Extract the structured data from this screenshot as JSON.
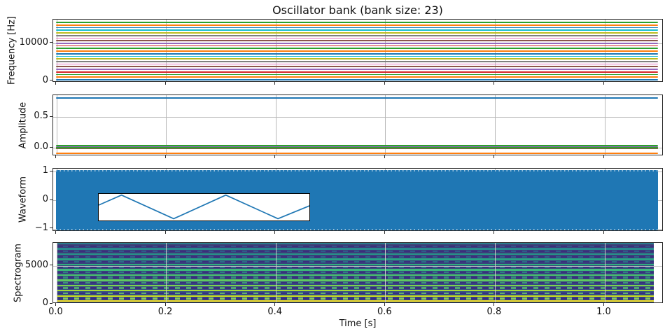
{
  "figure": {
    "title": "Oscillator bank (bank size: 23)",
    "xlabel": "Time [s]",
    "background": "#ffffff",
    "grid_color": "#b8b8b8",
    "spine_color": "#2b2b2b",
    "time_range_s": [
      0.0,
      1.1
    ],
    "x_ticks": [
      {
        "label": "0.0",
        "t": 0.0
      },
      {
        "label": "0.2",
        "t": 0.2
      },
      {
        "label": "0.4",
        "t": 0.4
      },
      {
        "label": "0.6",
        "t": 0.6
      },
      {
        "label": "0.8",
        "t": 0.8
      },
      {
        "label": "1.0",
        "t": 1.0
      }
    ]
  },
  "palette_tab10": [
    "#1f77b4",
    "#ff7f0e",
    "#2ca02c",
    "#d62728",
    "#9467bd",
    "#8c564b",
    "#e377c2",
    "#7f7f7f",
    "#bcbd22",
    "#17becf"
  ],
  "subplots": [
    {
      "id": "frequency",
      "ylabel": "Frequency [Hz]",
      "ylim": [
        -420,
        16240
      ],
      "yticks": [
        {
          "label": "10000",
          "value": 10000
        },
        {
          "label": "0",
          "value": 0
        }
      ]
    },
    {
      "id": "amplitude",
      "ylabel": "Amplitude",
      "ylim": [
        -0.135,
        0.856
      ],
      "yticks": [
        {
          "label": "0.5",
          "value": 0.5
        },
        {
          "label": "0.0",
          "value": 0.0
        }
      ]
    },
    {
      "id": "waveform",
      "ylabel": "Waveform",
      "ylim": [
        -1.1,
        1.1
      ],
      "yticks": [
        {
          "label": "1",
          "value": 1
        },
        {
          "label": "0",
          "value": 0
        },
        {
          "label": "−1",
          "value": -1
        }
      ]
    },
    {
      "id": "spectrogram",
      "ylabel": "Spectrogram",
      "ylim": [
        0,
        8000
      ],
      "yticks": [
        {
          "label": "5000",
          "value": 5000
        },
        {
          "label": "0",
          "value": 0
        }
      ]
    }
  ],
  "chart_data": [
    {
      "type": "line",
      "panel": "Frequency [Hz]",
      "title": "Oscillator bank (bank size: 23)",
      "description": "23 constant-frequency oscillators (odd harmonics of 344 Hz), one horizontal line each over 0-1.1 s, tab10 color cycle",
      "x_range_s": [
        0.0,
        1.1
      ],
      "ylim": [
        -420,
        16240
      ],
      "frequencies_hz": [
        344,
        1032,
        1720,
        2408,
        3096,
        3784,
        4472,
        5160,
        5848,
        6536,
        7224,
        7912,
        8600,
        9288,
        9976,
        10664,
        11352,
        12040,
        12728,
        13416,
        14104,
        14792,
        15480
      ]
    },
    {
      "type": "line",
      "panel": "Amplitude",
      "description": "Constant amplitude per oscillator (triangle-wave Fourier coefficients 8/pi^2 * (-1)^(k+1)/(2k-1)^2)",
      "x_range_s": [
        0.0,
        1.1
      ],
      "ylim": [
        -0.135,
        0.856
      ],
      "amplitudes": [
        0.8106,
        -0.0901,
        0.0324,
        -0.0165,
        0.01,
        -0.0067,
        0.0048,
        -0.0036,
        0.0028,
        -0.0022,
        0.0018,
        -0.0015,
        0.0013,
        -0.0011,
        0.00096,
        -0.00084,
        0.00074,
        -0.00066,
        0.00059,
        -0.00053,
        0.00048,
        -0.00044,
        0.0004
      ]
    },
    {
      "type": "line",
      "panel": "Waveform",
      "description": "344 Hz triangle wave, 0-1.1 s, fills band between -1 and 1 at this zoom; inset shows ~2 periods",
      "x_range_s": [
        0.0,
        1.1
      ],
      "ylim": [
        -1.1,
        1.1
      ],
      "envelope": [
        -1.0,
        1.0
      ],
      "line_color": "#1f77b4",
      "inset": {
        "bounds_axes_frac": {
          "left": 0.073,
          "top": 0.4,
          "width": 0.349,
          "height": 0.456
        },
        "shape": "triangle-wave",
        "points_frac": [
          [
            0,
            0.42
          ],
          [
            0.108,
            0.045
          ],
          [
            0.355,
            0.93
          ],
          [
            0.602,
            0.045
          ],
          [
            0.849,
            0.93
          ],
          [
            1,
            0.44
          ]
        ]
      }
    },
    {
      "type": "heatmap",
      "panel": "Spectrogram",
      "description": "Spectrogram (Fs=16000), horizontal harmonic bands every 344 Hz; odd multiples bright, even rows dim with dark dashes",
      "freq_range_hz": [
        0,
        8000
      ],
      "time_extent_frac": [
        0.0057,
        0.986
      ],
      "background_gradient": [
        "#3e3b76",
        "#2f4e89"
      ],
      "dash_color": "#3a2e7d",
      "grid_overlay_color": "#c8c8c8",
      "bright_bands": [
        {
          "f": 344,
          "color": "#fde725"
        },
        {
          "f": 1032,
          "color": "#cfe11c"
        },
        {
          "f": 1720,
          "color": "#a5db36"
        },
        {
          "f": 2408,
          "color": "#7fd34e"
        },
        {
          "f": 3096,
          "color": "#60ca60"
        },
        {
          "f": 3784,
          "color": "#4ac16d"
        },
        {
          "f": 4472,
          "color": "#3bb878"
        },
        {
          "f": 5160,
          "color": "#31ae7f"
        },
        {
          "f": 5848,
          "color": "#2aa184"
        },
        {
          "f": 6536,
          "color": "#279589"
        },
        {
          "f": 7224,
          "color": "#27898e"
        },
        {
          "f": 7912,
          "color": "#2c7c8e"
        }
      ],
      "dim_bands": [
        {
          "f": 688,
          "color": "#8ac75f"
        },
        {
          "f": 1376,
          "color": "#66b36b"
        },
        {
          "f": 2064,
          "color": "#4fa372"
        },
        {
          "f": 2752,
          "color": "#409578"
        },
        {
          "f": 3440,
          "color": "#36897d"
        },
        {
          "f": 4128,
          "color": "#307e82"
        },
        {
          "f": 4816,
          "color": "#2d7386"
        },
        {
          "f": 5504,
          "color": "#2c6a88"
        },
        {
          "f": 6192,
          "color": "#2d6189"
        },
        {
          "f": 6880,
          "color": "#2f598a"
        },
        {
          "f": 7568,
          "color": "#32528a"
        }
      ]
    }
  ]
}
